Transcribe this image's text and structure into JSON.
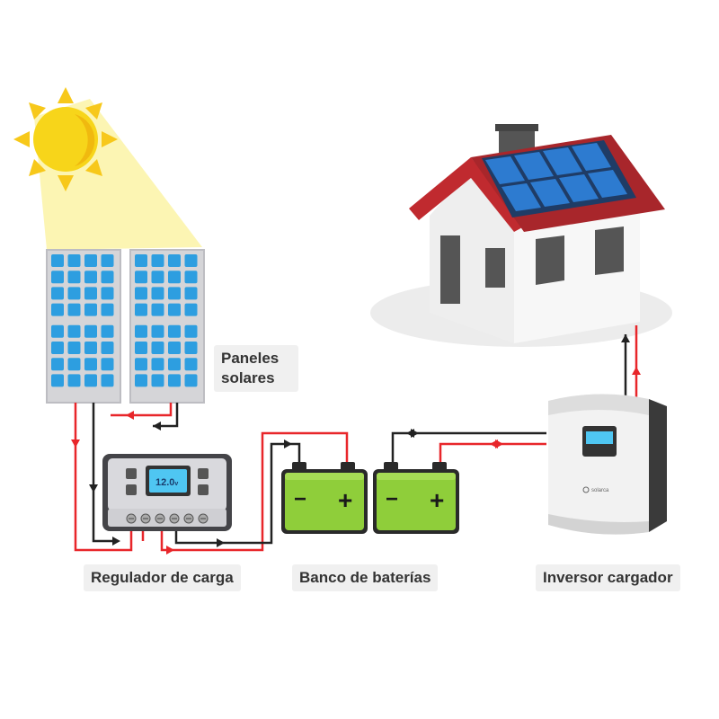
{
  "labels": {
    "panels_line1": "Paneles",
    "panels_line2": "solares",
    "regulator": "Regulador de carga",
    "battery_bank": "Banco de baterías",
    "inverter": "Inversor cargador"
  },
  "regulator_display": "12.0",
  "regulator_display_unit": "v",
  "inverter_brand": "solarca",
  "battery_signs": {
    "negative": "−",
    "positive": "+"
  },
  "icons": [
    "sun-icon",
    "solar-panel-icon",
    "house-icon",
    "charge-controller-icon",
    "battery-icon",
    "inverter-icon"
  ],
  "colors": {
    "positive_wire": "#e8262a",
    "negative_wire": "#222222",
    "panel_cell": "#2d9ee0",
    "battery": "#8fce3a",
    "roof": "#a8262b",
    "sun": "#f7d51a"
  }
}
